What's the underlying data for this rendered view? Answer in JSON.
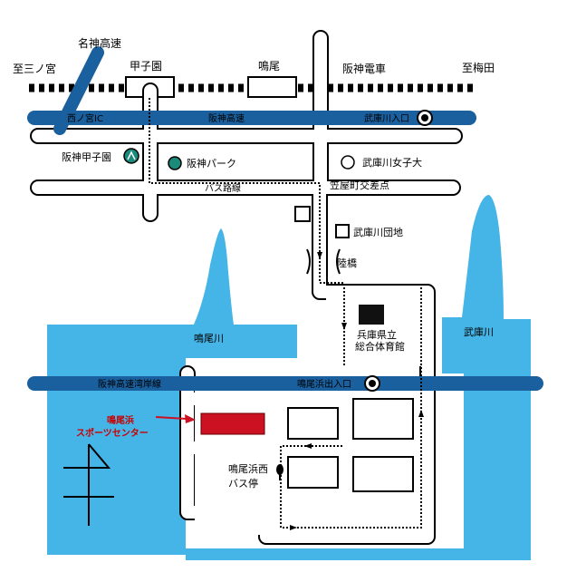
{
  "labels": {
    "meishin": "名神高速",
    "to_sannomiya": "至三ノ宮",
    "koshien_station": "甲子園",
    "naruo_station": "鳴尾",
    "hanshin_railway": "阪神電車",
    "to_umeda": "至梅田",
    "nishinomiya_ic": "西ノ宮IC",
    "hanshin_expressway": "阪神高速",
    "mukogawa_entrance": "武庫川入口",
    "koshien_stadium": "阪神甲子園",
    "hanshin_park": "阪神パーク",
    "mukogawa_womens_univ": "武庫川女子大",
    "bus_route": "バス路線",
    "kasayacho_intersection": "笠屋町交差点",
    "mukogawa_danchi": "武庫川団地",
    "rikkyo": "陸橋",
    "naruo_river": "鳴尾川",
    "muko_river": "武庫川",
    "hyogo_gym_1": "兵庫県立",
    "hyogo_gym_2": "総合体育館",
    "bayshore_route": "阪神高速湾岸線",
    "naruohama_entrance": "鳴尾浜出入口",
    "sports_center_1": "鳴尾浜",
    "sports_center_2": "スポーツセンター",
    "bus_stop_1": "鳴尾浜西",
    "bus_stop_2": "バス停"
  },
  "colors": {
    "water": "#45b4e6",
    "expressway": "#1a5f9e",
    "target_building": "#cc1122",
    "gym_building": "#111111",
    "park_marker": "#1a8a7a",
    "label_highlight": "#cc0000"
  },
  "icons": {
    "entrance_marker": "circle-dot-icon",
    "stadium_marker": "stadium-icon",
    "north_arrow": "north-arrow-icon",
    "pointer_arrow": "arrow-right-icon"
  }
}
